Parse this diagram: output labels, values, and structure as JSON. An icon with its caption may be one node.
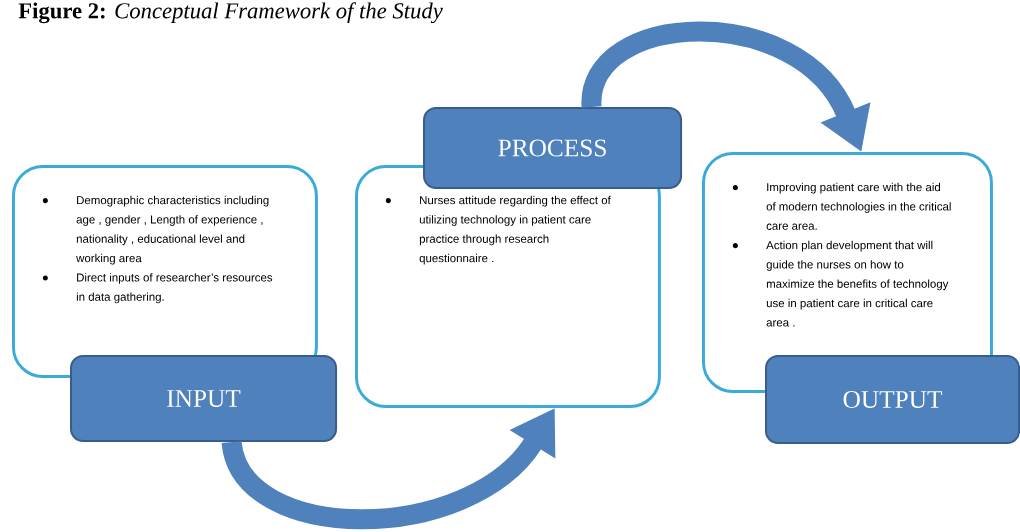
{
  "diagram": {
    "title": "**Figure 2:** *Conceptual Framework of the Study*",
    "nodes": [
      {
        "text": [
          "INPUT"
        ]
      },
      {
        "text": [
          "Demographic characteristics including age , gender , Length of experience , nationality , educational level and working area",
          "Direct inputs of researcher’s resources in data gathering."
        ]
      },
      {
        "text": [
          "PROCESS"
        ]
      },
      {
        "text": [
          "Nurses attitude regarding the effect of utilizing technology in patient care practice through research questionnaire ."
        ]
      },
      {
        "text": [
          "OUTPUT"
        ]
      },
      {
        "text": [
          "Improving patient care with the aid of modern technologies in the critical care area.",
          "Action plan development that will guide the nurses on how to maximize the benefits of technology use in patient care in critical care area ."
        ]
      }
    ],
    "edges": [
      {
        "from": 0,
        "to": 3,
        "arrow": "to"
      },
      {
        "from": 2,
        "to": 5,
        "arrow": "to"
      }
    ]
  }
}
